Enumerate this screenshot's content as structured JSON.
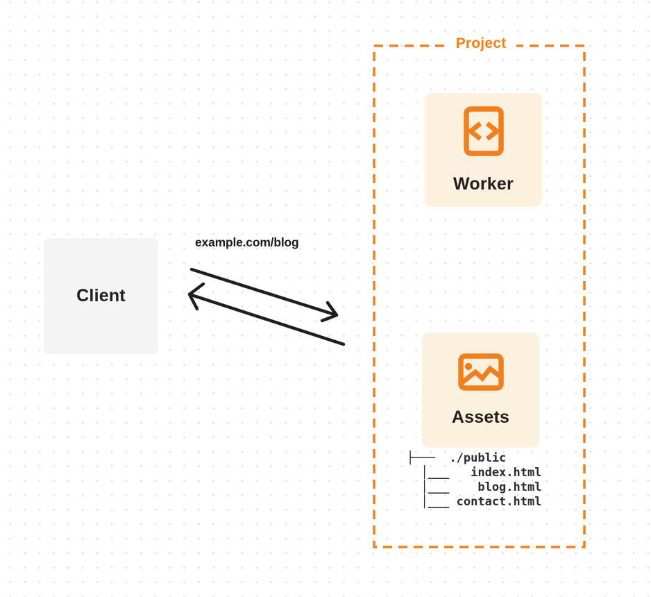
{
  "colors": {
    "orange": "#F0801E",
    "card_bg": "#FCF0DE",
    "client_bg": "#F4F4F5",
    "ink": "#1F1F1F",
    "tree_text": "#2C2C2C",
    "dot": "#E2E2E4"
  },
  "client": {
    "label": "Client"
  },
  "request": {
    "url_label": "example.com/blog"
  },
  "project": {
    "label": "Project",
    "worker": {
      "label": "Worker",
      "icon": "code-icon"
    },
    "assets": {
      "label": "Assets",
      "icon": "image-icon"
    },
    "file_tree": {
      "lines": [
        "├───  ./public",
        "  │___   index.html",
        "  │___    blog.html",
        "  │___ contact.html"
      ]
    }
  }
}
